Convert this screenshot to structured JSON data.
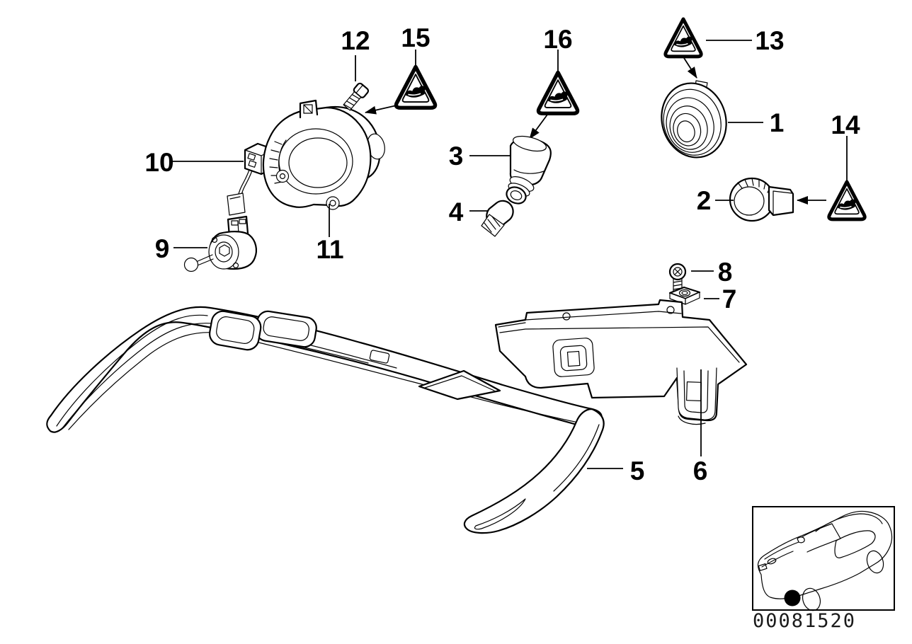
{
  "diagram": {
    "image_id": "00081520",
    "colors": {
      "line": "#000000",
      "background": "#ffffff"
    },
    "icons": [
      {
        "name": "warning-triangle-icon",
        "glyph": "⚠",
        "count": 4
      },
      {
        "name": "vehicle-location-dot",
        "glyph": "●"
      }
    ],
    "callouts": [
      {
        "label": "1"
      },
      {
        "label": "2"
      },
      {
        "label": "3"
      },
      {
        "label": "4"
      },
      {
        "label": "5"
      },
      {
        "label": "6"
      },
      {
        "label": "7"
      },
      {
        "label": "8"
      },
      {
        "label": "9"
      },
      {
        "label": "10"
      },
      {
        "label": "11"
      },
      {
        "label": "12"
      },
      {
        "label": "13"
      },
      {
        "label": "14"
      },
      {
        "label": "15"
      },
      {
        "label": "16"
      }
    ]
  }
}
